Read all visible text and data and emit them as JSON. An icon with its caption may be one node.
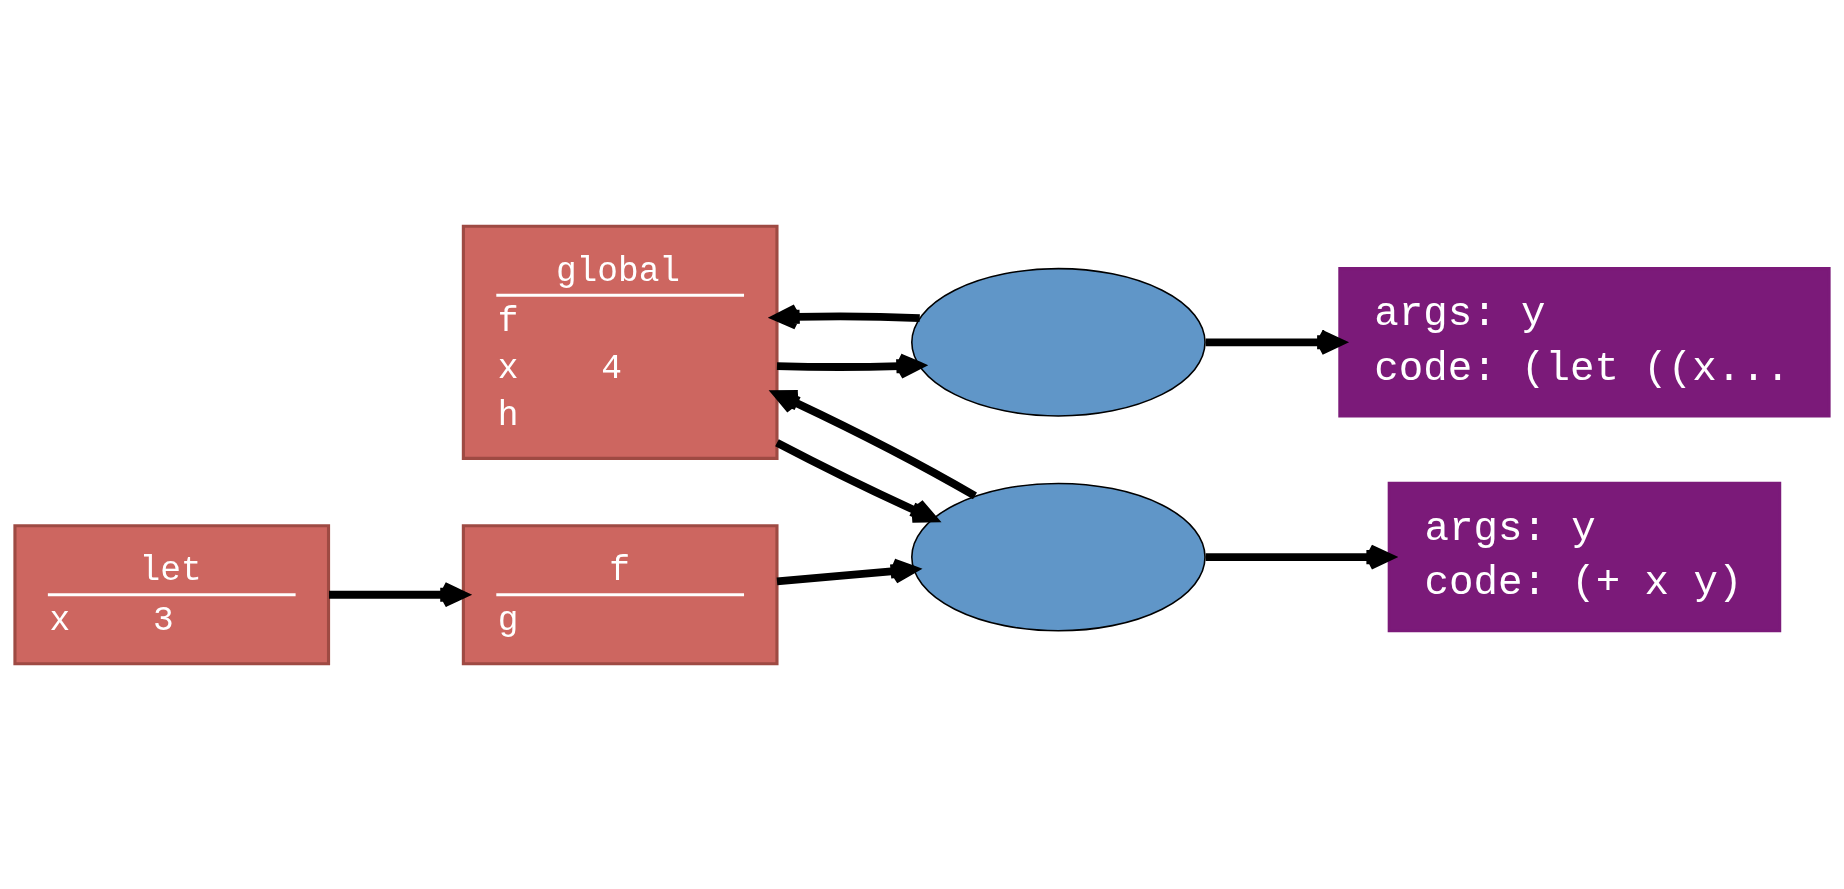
{
  "diagram": {
    "nodes": [
      {
        "text": [
          "global",
          "f",
          "x    4",
          "h"
        ]
      },
      {
        "text": [
          "args: y",
          "code: (let ((x..."
        ]
      },
      {
        "text": [
          "args: y",
          "code: (+ x y)"
        ]
      },
      {
        "text": [],
        "shape": "ellipse"
      },
      {
        "text": [],
        "shape": "ellipse"
      },
      {
        "text": [
          "f",
          "g"
        ]
      },
      {
        "text": [
          "let",
          "x    3"
        ]
      }
    ],
    "edges": [
      {
        "from": 0,
        "to": 3,
        "arrow": "to"
      },
      {
        "from": 3,
        "to": 1,
        "arrow": "to"
      },
      {
        "from": 3,
        "to": 0,
        "arrow": "to"
      },
      {
        "from": 0,
        "to": 4,
        "arrow": "to"
      },
      {
        "from": 4,
        "to": 2,
        "arrow": "to"
      },
      {
        "from": 4,
        "to": 0,
        "arrow": "to"
      },
      {
        "from": 5,
        "to": 4,
        "arrow": "to"
      },
      {
        "from": 6,
        "to": 5,
        "arrow": "to"
      }
    ]
  }
}
